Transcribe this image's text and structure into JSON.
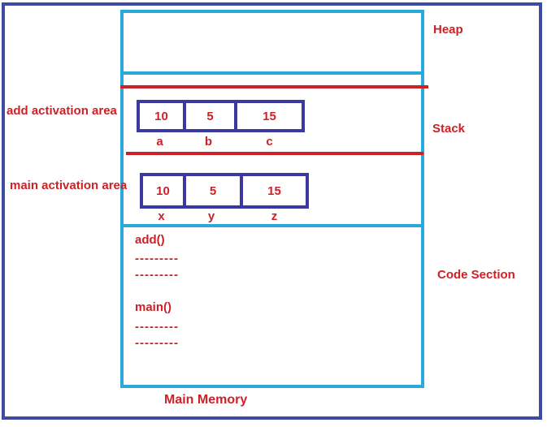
{
  "labels": {
    "heap": "Heap",
    "stack": "Stack",
    "code_section": "Code Section",
    "main_memory": "Main Memory",
    "add_activation": "add activation area",
    "main_activation": "main activation area"
  },
  "frames": {
    "add": {
      "cells": [
        {
          "value": "10",
          "var": "a"
        },
        {
          "value": "5",
          "var": "b"
        },
        {
          "value": "15",
          "var": "c"
        }
      ]
    },
    "main": {
      "cells": [
        {
          "value": "10",
          "var": "x"
        },
        {
          "value": "5",
          "var": "y"
        },
        {
          "value": "15",
          "var": "z"
        }
      ]
    }
  },
  "code": {
    "lines": [
      "add()",
      "---------",
      "---------",
      "main()",
      "---------",
      "---------"
    ]
  },
  "colors": {
    "red": "#CC2127",
    "cyan": "#29A9DC",
    "navy_outer": "#3D4BA5",
    "navy_box": "#3B38A4"
  }
}
